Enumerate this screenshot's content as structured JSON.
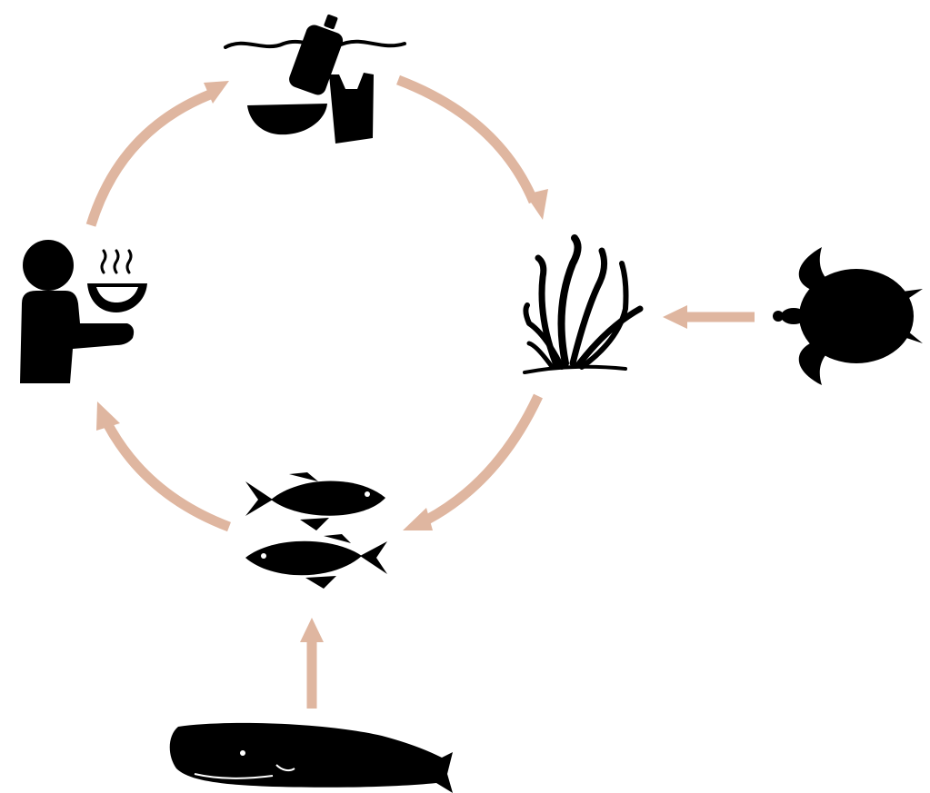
{
  "diagram": {
    "type": "cycle",
    "colors": {
      "icon": "#000000",
      "arrow": "#dfb6a0",
      "background": "#ffffff"
    },
    "nodes": [
      {
        "id": "plastic-waste",
        "icon": "plastic-waste-icon"
      },
      {
        "id": "seagrass",
        "icon": "seagrass-icon"
      },
      {
        "id": "fish",
        "icon": "fish-pair-icon"
      },
      {
        "id": "person",
        "icon": "person-serving-food-icon"
      },
      {
        "id": "sea-turtle",
        "icon": "sea-turtle-icon"
      },
      {
        "id": "sperm-whale",
        "icon": "sperm-whale-icon"
      }
    ],
    "edges": [
      {
        "from": "plastic-waste",
        "to": "seagrass",
        "style": "curved"
      },
      {
        "from": "seagrass",
        "to": "fish",
        "style": "curved"
      },
      {
        "from": "fish",
        "to": "person",
        "style": "curved"
      },
      {
        "from": "person",
        "to": "plastic-waste",
        "style": "curved"
      },
      {
        "from": "sea-turtle",
        "to": "seagrass",
        "style": "straight"
      },
      {
        "from": "sperm-whale",
        "to": "fish",
        "style": "straight"
      }
    ]
  }
}
